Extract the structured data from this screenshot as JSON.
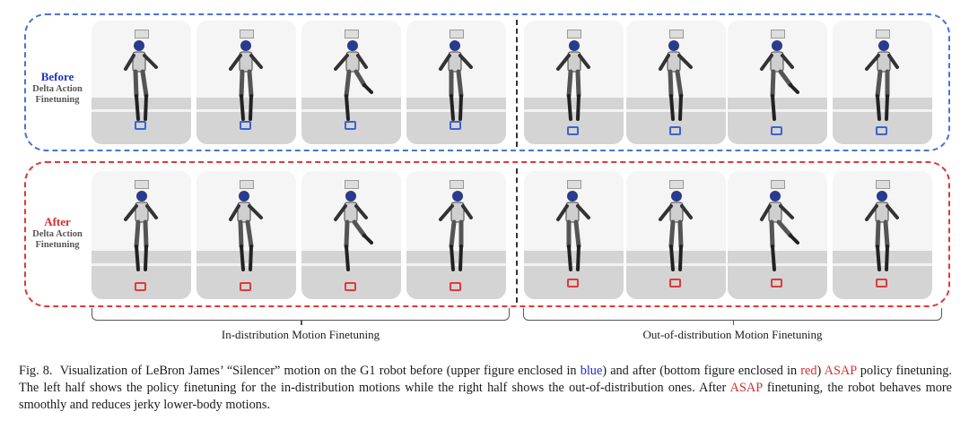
{
  "rows": {
    "before": {
      "title": "Before",
      "subtitle_line1": "Delta Action",
      "subtitle_line2": "Finetuning",
      "color": "#4a72d8"
    },
    "after": {
      "title": "After",
      "subtitle_line1": "Delta Action",
      "subtitle_line2": "Finetuning",
      "color": "#e03838"
    }
  },
  "ranges": {
    "left": "In-distribution Motion Finetuning",
    "right": "Out-of-distribution Motion Finetuning"
  },
  "caption": {
    "fig_label": "Fig. 8.",
    "part1": "Visualization of LeBron James’ “Silencer” motion on the G1 robot before (upper figure enclosed in ",
    "blue_word": "blue",
    "part2": ") and after (bottom figure enclosed in ",
    "red_word": "red",
    "part3": ")",
    "asap1": "ASAP",
    "part4": " policy finetuning. The left half shows the policy finetuning for the in-distribution motions while the right half shows the out-of-distribution ones. After ",
    "asap2": "ASAP",
    "part5": " finetuning, the robot behaves more smoothly and reduces jerky lower-body motions."
  }
}
